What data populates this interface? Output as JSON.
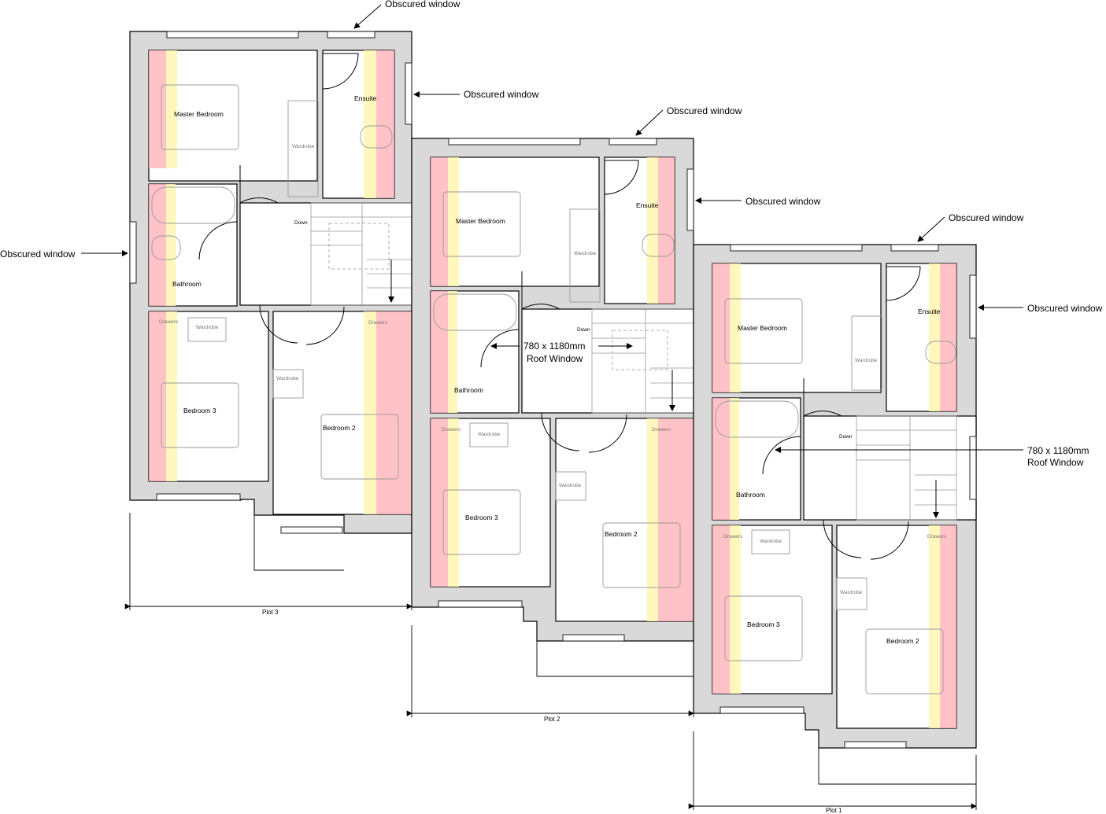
{
  "rooms": {
    "master_bedroom": "Master Bedroom",
    "ensuite": "Ensuite",
    "bathroom": "Bathroom",
    "bedroom_2": "Bedroom 2",
    "bedroom_3": "Bedroom 3"
  },
  "fixtures": {
    "wardrobe": "Wardrobe",
    "drawers": "Drawers",
    "down": "Down"
  },
  "notes": {
    "obscured_window": "Obscured window",
    "roof_window_line1": "780 x 1180mm",
    "roof_window_line2": "Roof Window"
  },
  "plots": {
    "plot_3": "Plot 3",
    "plot_2": "Plot 2",
    "plot_1": "Plot 1"
  },
  "colors": {
    "wall": "#d9d9d9",
    "zone_red": "#ffb3b8",
    "zone_yellow": "#fff6b0"
  }
}
